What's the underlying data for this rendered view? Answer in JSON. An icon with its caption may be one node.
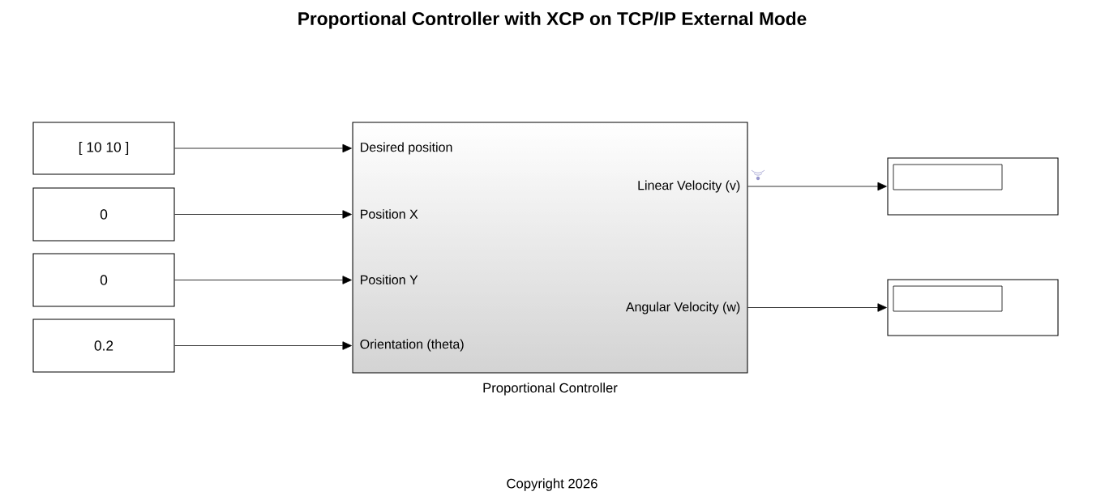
{
  "diagram": {
    "title": "Proportional Controller with XCP on TCP/IP External Mode",
    "nodes": [
      {
        "text": [
          "[ 10 10 ]"
        ]
      },
      {
        "text": [
          "0"
        ]
      },
      {
        "text": [
          "0"
        ]
      },
      {
        "text": [
          "0.2"
        ]
      },
      {
        "text": [
          "Desired position",
          "Position X",
          "Position Y",
          "Orientation (theta)",
          "Linear Velocity (v)",
          "Angular Velocity (w)"
        ],
        "beside": [
          "Proportional Controller"
        ]
      },
      {
        "text": [],
        "shape": "box"
      },
      {
        "text": [],
        "shape": "box"
      }
    ],
    "edges": [
      {
        "from": 0,
        "to": 4,
        "arrow": "to"
      },
      {
        "from": 1,
        "to": 4,
        "arrow": "to"
      },
      {
        "from": 2,
        "to": 4,
        "arrow": "to"
      },
      {
        "from": 3,
        "to": 4,
        "arrow": "to"
      },
      {
        "from": 4,
        "to": 5,
        "arrow": "to"
      },
      {
        "from": 4,
        "to": 6,
        "arrow": "to"
      }
    ],
    "labels": [
      "Copyright 2026"
    ]
  }
}
